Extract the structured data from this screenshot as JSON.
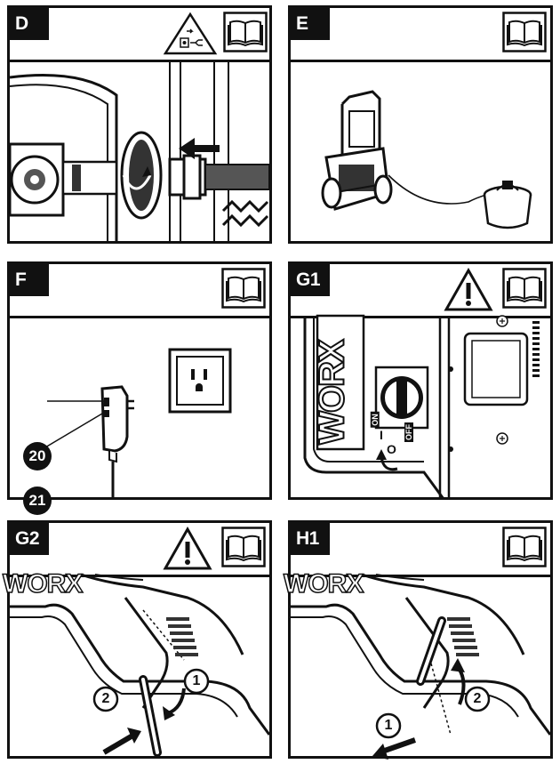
{
  "panels": [
    {
      "label": "D"
    },
    {
      "label": "E"
    },
    {
      "label": "F"
    },
    {
      "label": "G1"
    },
    {
      "label": "G2"
    },
    {
      "label": "H1"
    }
  ],
  "callouts": {
    "f_20": "20",
    "f_21": "21",
    "g2_step1": "1",
    "g2_step2": "2",
    "h1_step1": "1",
    "h1_step2": "2"
  },
  "brand": {
    "worx": "WORX",
    "on": "ON",
    "off": "OFF",
    "i_mark": "I",
    "o_mark": "O"
  },
  "icons": {
    "manual": "read-manual-icon",
    "warning": "warning-triangle-icon",
    "unplug": "unplug-warning-icon"
  }
}
